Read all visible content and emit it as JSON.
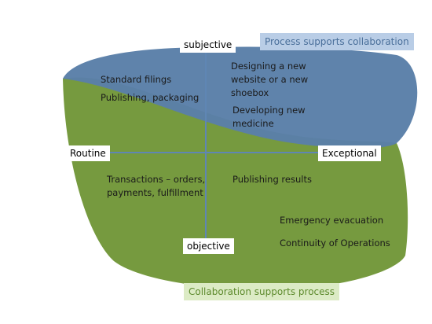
{
  "axes": {
    "top": "subjective",
    "bottom": "objective",
    "left": "Routine",
    "right": "Exceptional"
  },
  "regions": {
    "upper": {
      "label": "Process supports collaboration",
      "color": "#5a7fa8",
      "banner_color": "#b9cde6",
      "banner_text_color": "#4a6f9a"
    },
    "lower": {
      "label": "Collaboration supports process",
      "color": "#769a3f",
      "banner_color": "#dcebc5",
      "banner_text_color": "#5d8a2c"
    }
  },
  "items": {
    "standard_filings": "Standard filings",
    "publishing_packaging": "Publishing, packaging",
    "designing_line1": "Designing a new",
    "designing_line2": "website or a new",
    "designing_line3": "shoebox",
    "developing_line1": "Developing new",
    "developing_line2": "medicine",
    "transactions_line1": "Transactions – orders,",
    "transactions_line2": "payments, fulfillment",
    "publishing_results": "Publishing results",
    "emergency_evacuation": "Emergency evacuation",
    "continuity_of_operations": "Continuity of Operations"
  }
}
